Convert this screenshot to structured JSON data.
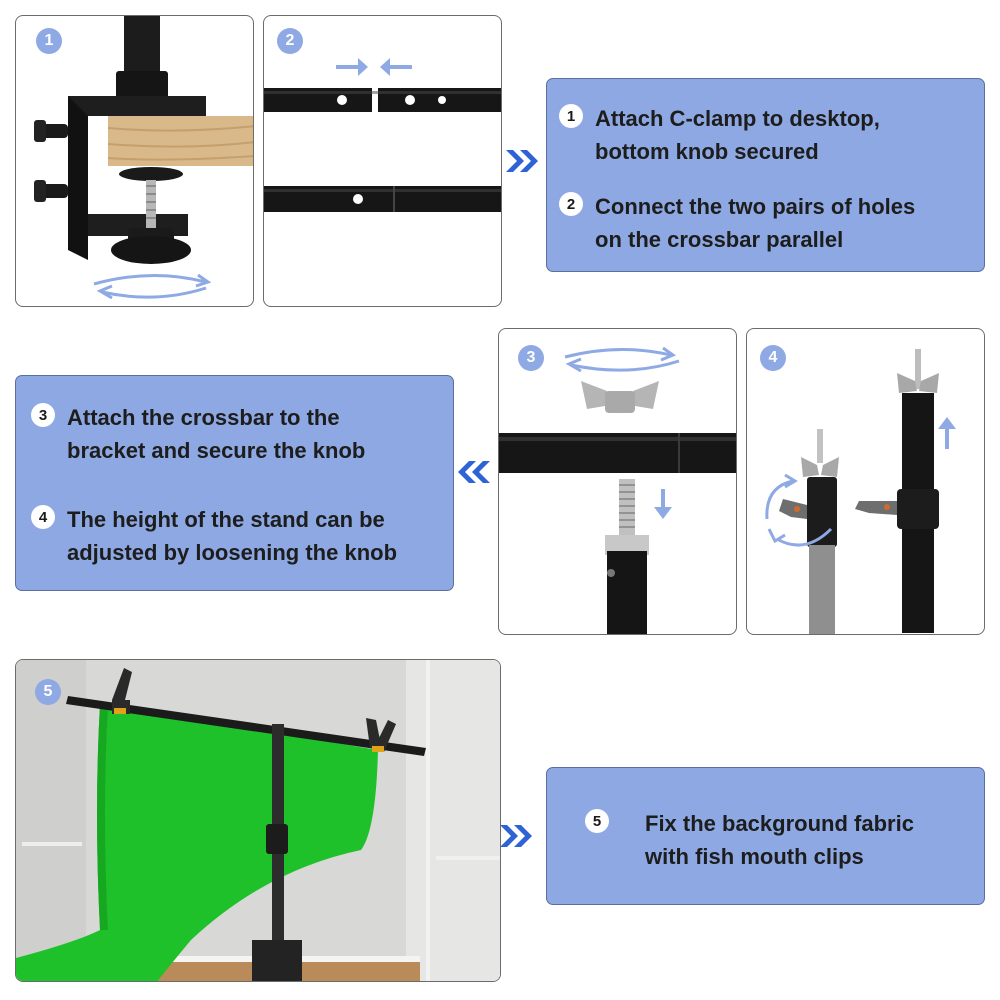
{
  "badges": [
    "1",
    "2",
    "3",
    "4",
    "5"
  ],
  "steps": [
    {
      "num": "1",
      "line1": "Attach C-clamp to desktop,",
      "line2": "bottom knob secured"
    },
    {
      "num": "2",
      "line1": "Connect the two pairs of holes",
      "line2": "on the crossbar parallel"
    },
    {
      "num": "3",
      "line1": "Attach the crossbar to the",
      "line2": "bracket and secure the knob"
    },
    {
      "num": "4",
      "line1": "The height of the stand can be",
      "line2": "adjusted by loosening the knob"
    },
    {
      "num": "5",
      "line1": "Fix the background fabric",
      "line2": "with fish mouth clips"
    }
  ],
  "colors": {
    "info_box": "#8da8e2",
    "badge": "#8ea9e3",
    "chevron": "#2f62d4",
    "backdrop_green": "#1fc12a"
  },
  "icons": [
    "right-chevron-icon",
    "left-chevron-icon",
    "rotate-arrows-icon",
    "right-arrow-icon",
    "left-arrow-icon",
    "down-arrow-icon",
    "up-arrow-icon"
  ]
}
